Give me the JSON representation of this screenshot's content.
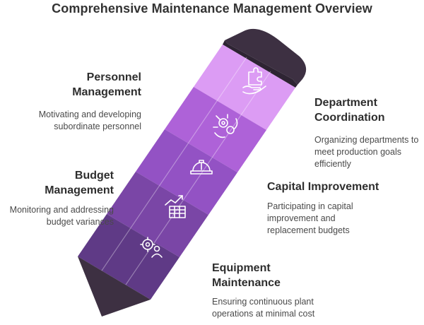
{
  "title": "Comprehensive Maintenance Management Overview",
  "colors": {
    "segment_1": "#5f3a86",
    "segment_2": "#7a46a6",
    "segment_3": "#9352c4",
    "segment_4": "#ae62d8",
    "segment_5": "#dc9cf4",
    "tip": "#3d3042",
    "eraser": "#3d3042"
  },
  "items": [
    {
      "title": "Personnel Management",
      "description": "Motivating and developing subordinate personnel",
      "icon": "puzzle-hand-icon"
    },
    {
      "title": "Department Coordination",
      "description": "Organizing departments to meet production goals efficiently",
      "icon": "gears-hands-icon"
    },
    {
      "title": "Budget Management",
      "description": "Monitoring and addressing budget variances",
      "icon": "chart-table-icon"
    },
    {
      "title": "Capital Improvement",
      "description": "Participating in capital improvement and replacement budgets",
      "icon": "hard-hat-icon"
    },
    {
      "title": "Equipment Maintenance",
      "description": "Ensuring continuous plant operations at minimal cost",
      "icon": "gear-worker-icon"
    }
  ]
}
